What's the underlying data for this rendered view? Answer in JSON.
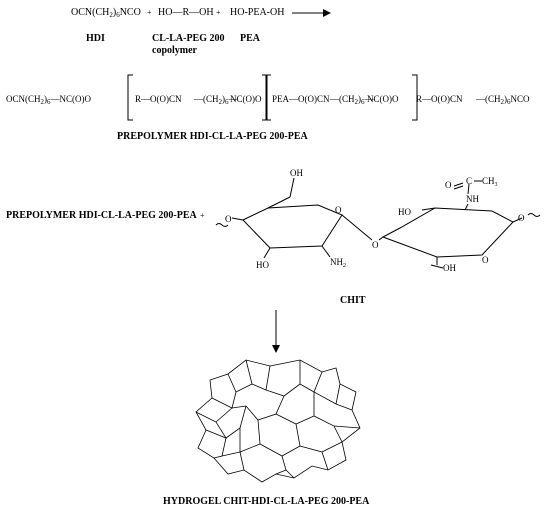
{
  "reaction1": {
    "reagent_hdi": "OCN(CH2)6NCO",
    "plus1": "+",
    "reagent_copolymer": "HO—R—OH",
    "plus2": "+",
    "reagent_pea": "HO-PEA-OH",
    "label_hdi": "HDI",
    "label_copolymer_line1": "CL-LA-PEG 200",
    "label_copolymer_line2": "copolymer",
    "label_pea": "PEA"
  },
  "prepolymer": {
    "seg1": "OCN(CH2)6—NC(O)O",
    "seg2": "R—O(O)CN",
    "seg3": "(CH2)6",
    "seg4": "NC(O)O",
    "seg5": "PEA—O(O)CN",
    "seg6": "(CH2)6",
    "seg7": "NC(O)O",
    "seg8": "R—O(O)CN",
    "seg9": "(CH2)6NCO",
    "title": "PREPOLYMER HDI-CL-LA-PEG 200-PEA"
  },
  "reaction2": {
    "reactant": "PREPOLYMER HDI-CL-LA-PEG 200-PEA",
    "plus": "+",
    "chit_label": "CHIT",
    "atoms": {
      "oh_top": "OH",
      "o_ring1": "O",
      "o_left": "O",
      "ho_left": "HO",
      "nh2": "NH2",
      "o_bridge": "O",
      "c_acetyl": "C",
      "o_acetyl": "O",
      "ch3": "CH3",
      "ho_ring2": "HO",
      "nh": "NH",
      "o_ring2": "O",
      "oh_bottom": "OH",
      "o_right": "O"
    }
  },
  "product": {
    "title": "HYDROGEL CHIT-HDI-CL-LA-PEG 200-PEA"
  }
}
